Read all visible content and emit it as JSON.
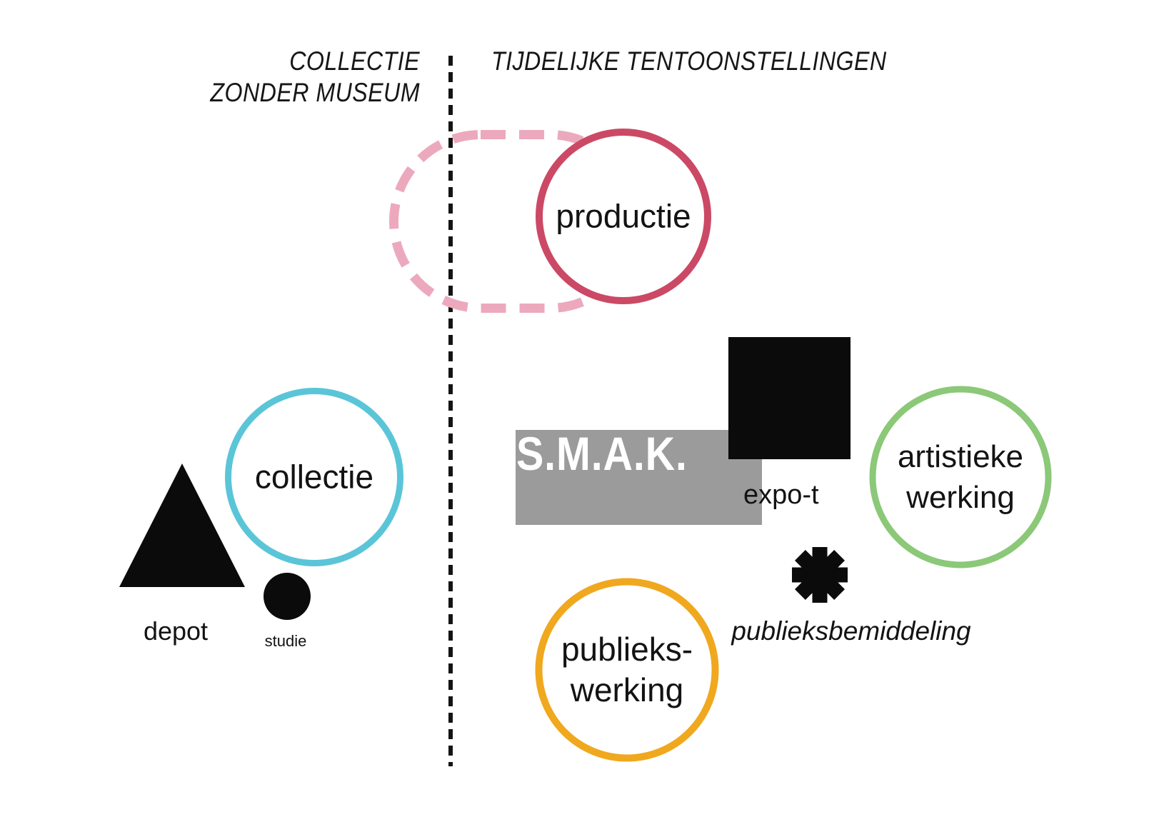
{
  "diagram": {
    "divider": {
      "color": "#141414"
    },
    "left_section": {
      "title_line1": "COLLECTIE",
      "title_line2": "ZONDER MUSEUM",
      "collectie": {
        "label": "collectie",
        "color": "#5BC5D8"
      },
      "depot": {
        "label": "depot",
        "color": "#0B0B0B"
      },
      "studie": {
        "label": "studie",
        "color": "#0B0B0B"
      }
    },
    "right_section": {
      "title": "TIJDELIJKE TENTOONSTELLINGEN",
      "productie": {
        "label": "productie",
        "color": "#CB4965",
        "halo_color": "#ECA9BD"
      },
      "smak": {
        "label": "S.M.A.K.",
        "bg_color": "#9B9B9B",
        "text_color": "#FFFFFF"
      },
      "expo_t": {
        "label": "expo-t",
        "square_color": "#0B0B0B"
      },
      "artistieke_werking": {
        "label_line1": "artistieke",
        "label_line2": "werking",
        "color": "#8BC878"
      },
      "publieksbemiddeling": {
        "label": "publieksbemiddeling",
        "color": "#0B0B0B"
      },
      "publiekswerking": {
        "label_line1": "publieks-",
        "label_line2": "werking",
        "color": "#F0A81E"
      }
    }
  }
}
